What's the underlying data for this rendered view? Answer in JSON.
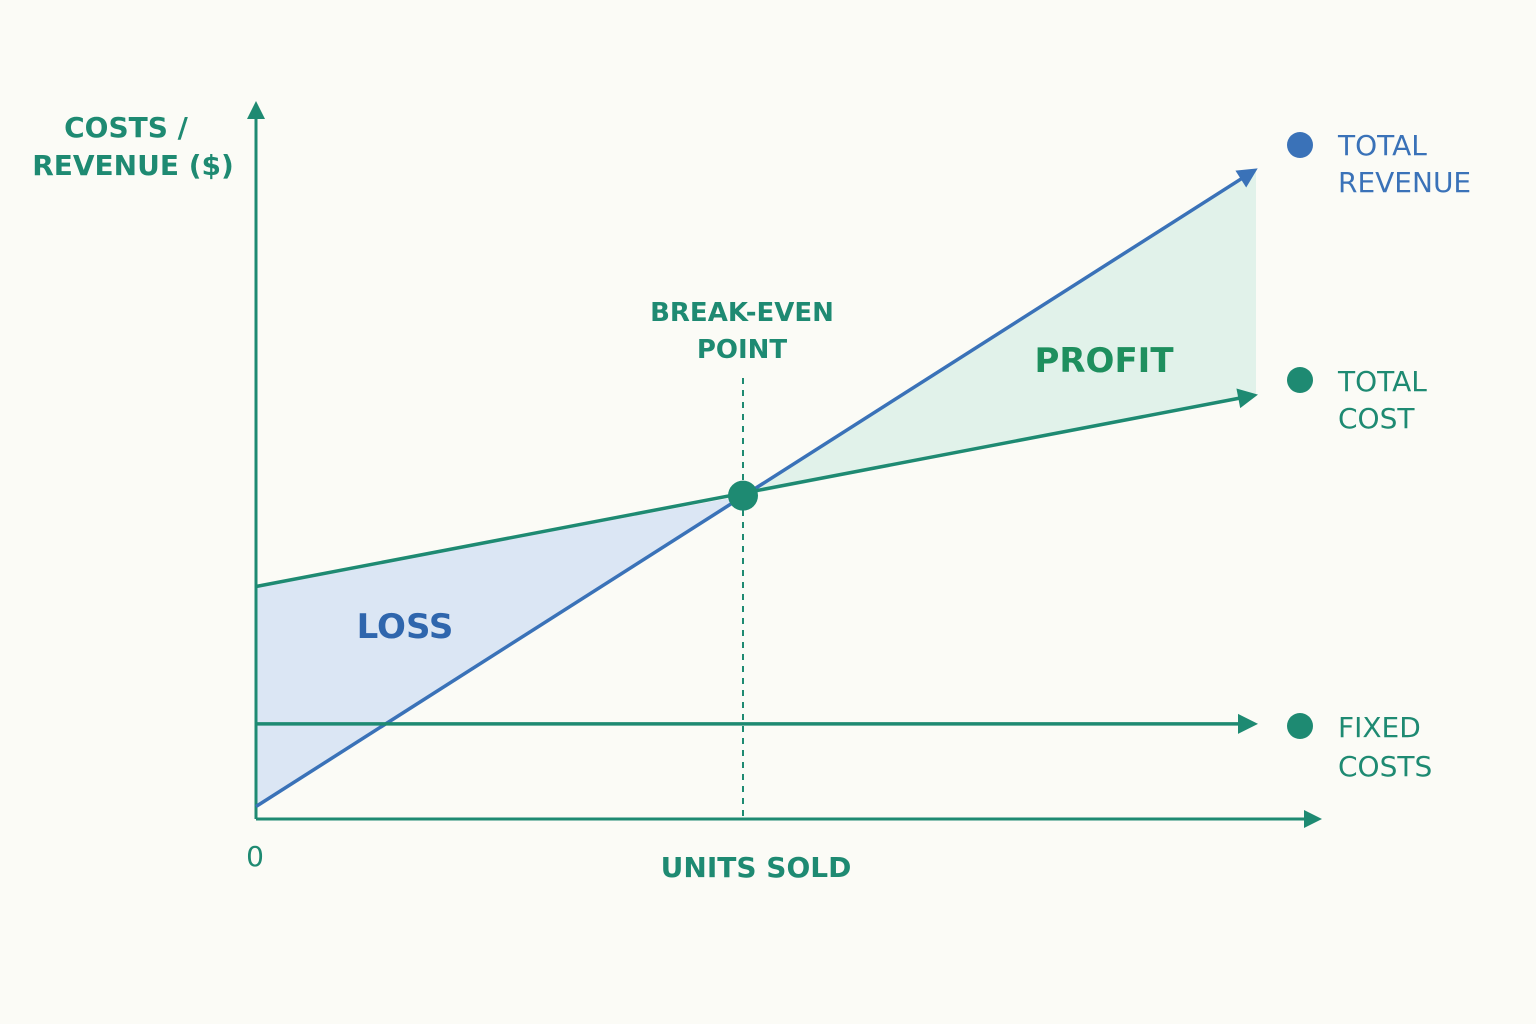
{
  "chart_data": {
    "type": "line",
    "title": "",
    "xlabel": "UNITS SOLD",
    "ylabel_lines": [
      "COSTS /",
      "REVENUE ($)"
    ],
    "origin_label": "0",
    "x_range": [
      0,
      100
    ],
    "y_range": [
      0,
      100
    ],
    "grid": false,
    "legend_position": "right",
    "series": [
      {
        "name": "TOTAL REVENUE",
        "legend_lines": [
          "TOTAL",
          "REVENUE"
        ],
        "color": "#3a72b8",
        "x": [
          0,
          100
        ],
        "y": [
          1.8,
          93.6
        ]
      },
      {
        "name": "TOTAL COST",
        "legend_lines": [
          "TOTAL",
          "COST"
        ],
        "color": "#1e8a72",
        "x": [
          0,
          100
        ],
        "y": [
          33.5,
          61.1
        ]
      },
      {
        "name": "FIXED COSTS",
        "legend_lines": [
          "FIXED",
          "COSTS"
        ],
        "color": "#1e8a72",
        "x": [
          0,
          100
        ],
        "y": [
          13.7,
          13.7
        ]
      }
    ],
    "break_even": {
      "label_lines": [
        "BREAK-EVEN",
        "POINT"
      ],
      "x": 48.7,
      "y": 46.6,
      "color": "#1e8a72"
    },
    "regions": {
      "loss": {
        "label": "LOSS",
        "fill": "#dbe6f4",
        "text_color": "#2f66ad"
      },
      "profit": {
        "label": "PROFIT",
        "fill": "#e1f2ea",
        "text_color": "#1e8f5e"
      }
    },
    "axis_color": "#1e8a72"
  }
}
